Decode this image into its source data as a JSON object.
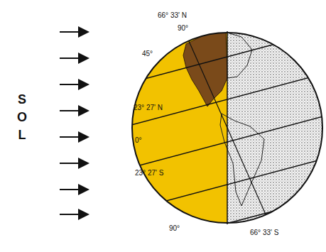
{
  "diagram": {
    "labels": [
      "SOL",
      "66° 33' N",
      "90°",
      "45°",
      "23° 27' N",
      "0°",
      "23° 27' S",
      "90°",
      "66° 33' S"
    ]
  }
}
